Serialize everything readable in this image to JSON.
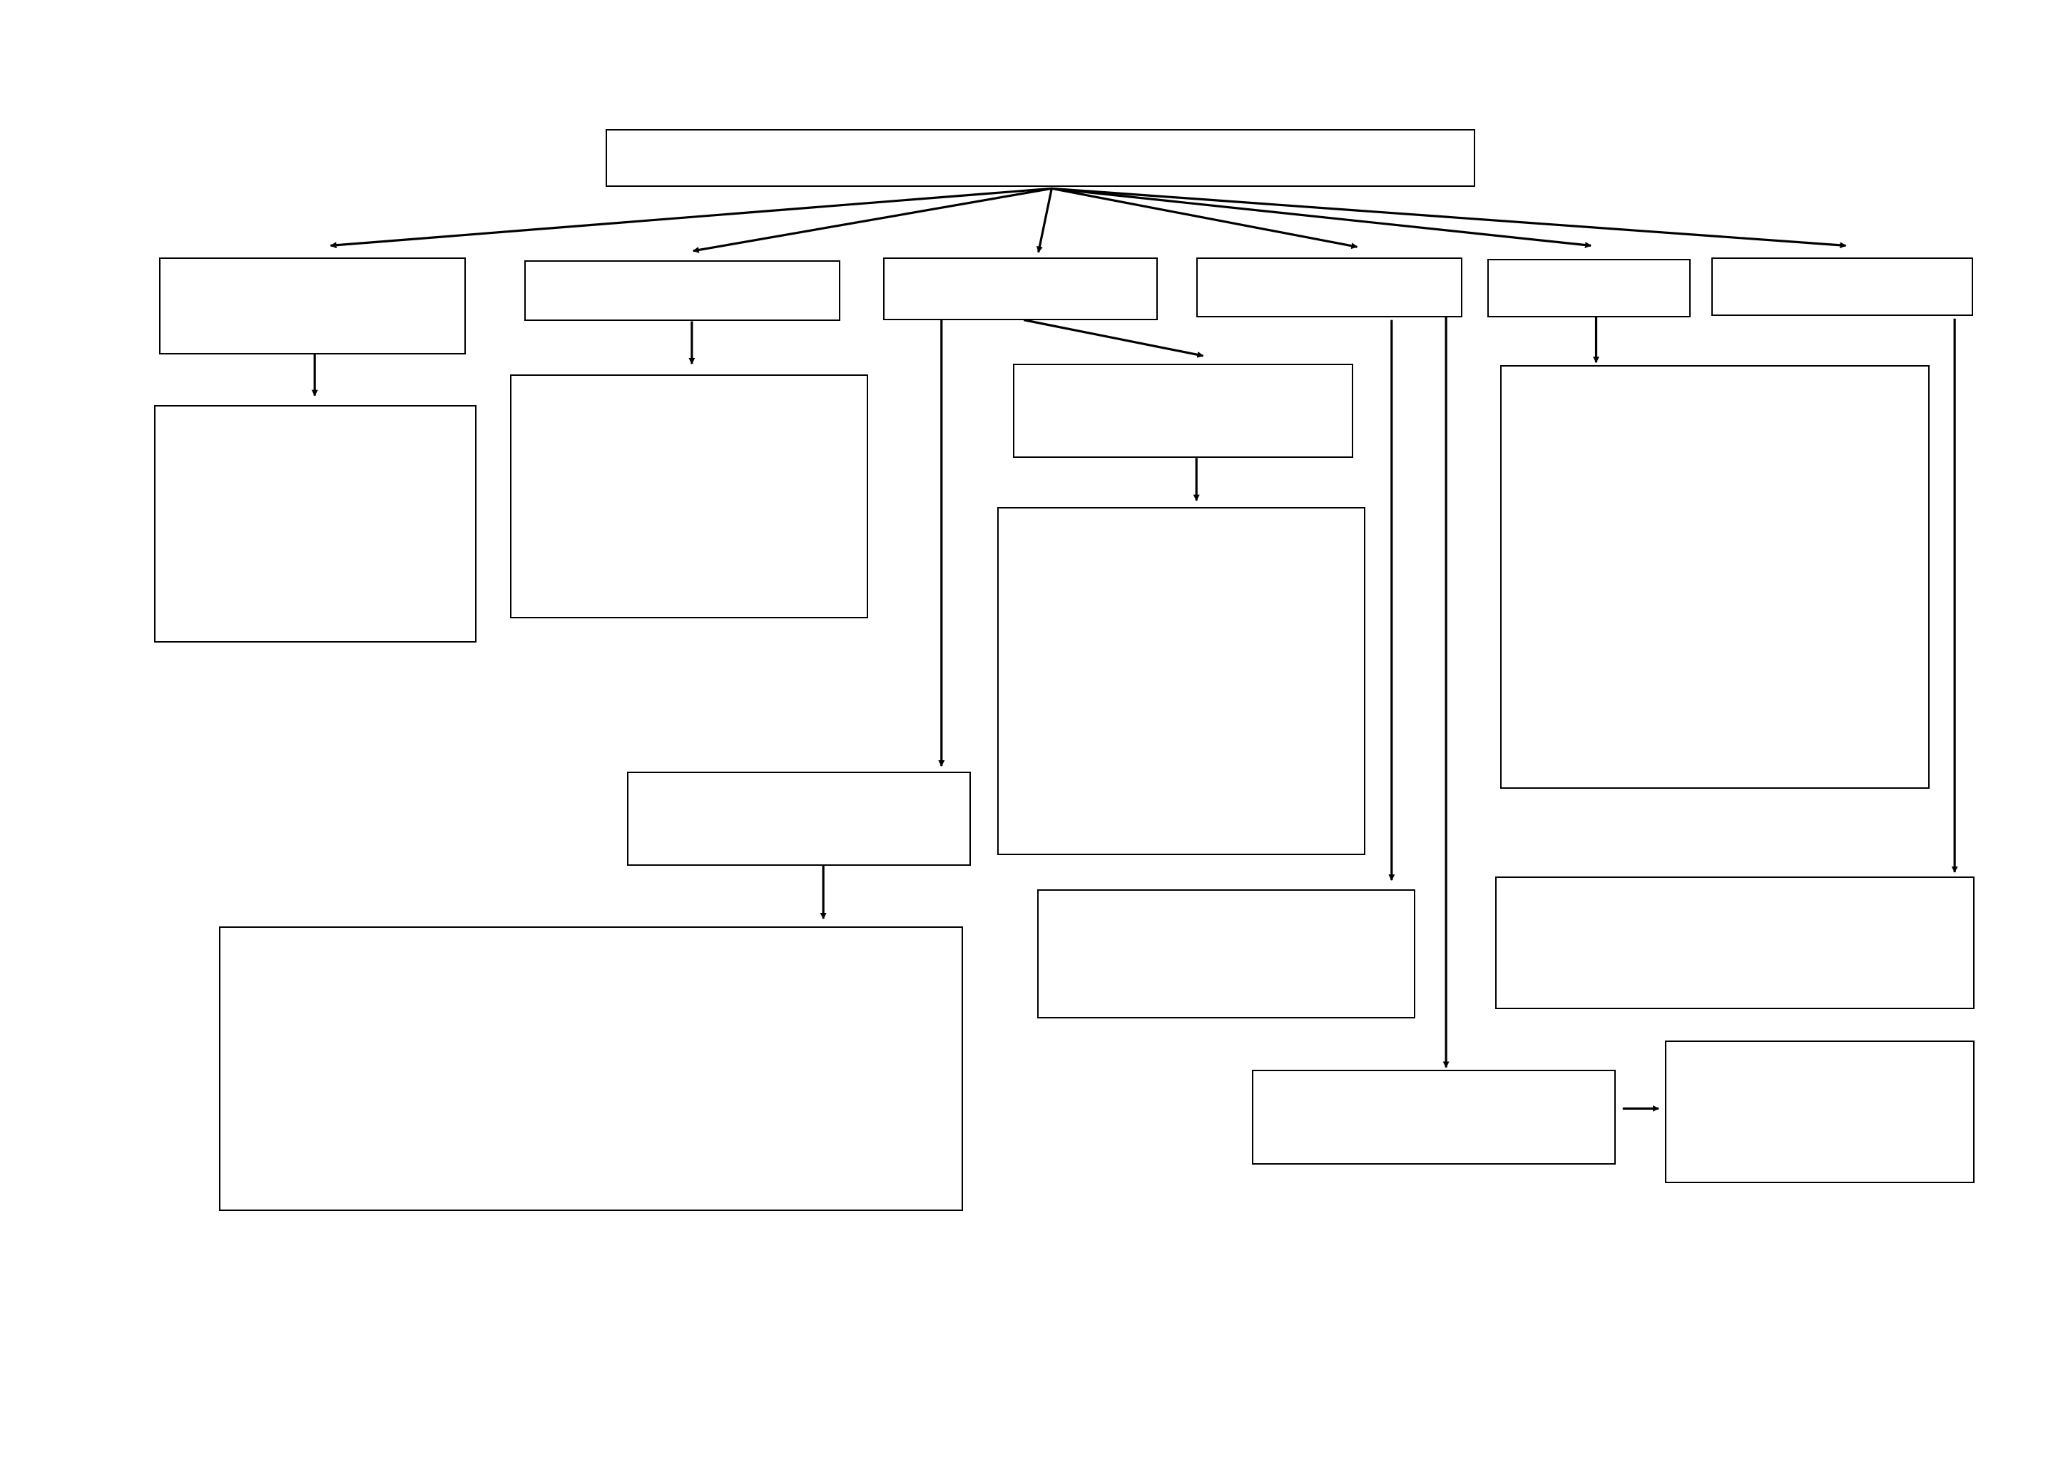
{
  "diagram": {
    "kind": "flowchart-template",
    "line_color": "#000000",
    "box_fill": "#ffffff",
    "nodes": [
      {
        "id": "root",
        "label": ""
      },
      {
        "id": "l1-1",
        "label": ""
      },
      {
        "id": "l1-2",
        "label": ""
      },
      {
        "id": "l1-3",
        "label": ""
      },
      {
        "id": "l1-4",
        "label": ""
      },
      {
        "id": "l1-5",
        "label": ""
      },
      {
        "id": "l1-6",
        "label": ""
      },
      {
        "id": "c1-1",
        "label": ""
      },
      {
        "id": "c2-1",
        "label": ""
      },
      {
        "id": "c3-right",
        "label": ""
      },
      {
        "id": "c3-right-detail",
        "label": ""
      },
      {
        "id": "c3-down",
        "label": ""
      },
      {
        "id": "c3-down-detail",
        "label": ""
      },
      {
        "id": "c4-mid",
        "label": ""
      },
      {
        "id": "c4-low",
        "label": ""
      },
      {
        "id": "c4-low-side",
        "label": ""
      },
      {
        "id": "c5-1",
        "label": ""
      },
      {
        "id": "c6-1",
        "label": ""
      }
    ],
    "edges": [
      {
        "from": "root",
        "to": "l1-1"
      },
      {
        "from": "root",
        "to": "l1-2"
      },
      {
        "from": "root",
        "to": "l1-3"
      },
      {
        "from": "root",
        "to": "l1-4"
      },
      {
        "from": "root",
        "to": "l1-5"
      },
      {
        "from": "root",
        "to": "l1-6"
      },
      {
        "from": "l1-1",
        "to": "c1-1"
      },
      {
        "from": "l1-2",
        "to": "c2-1"
      },
      {
        "from": "l1-3",
        "to": "c3-right"
      },
      {
        "from": "c3-right",
        "to": "c3-right-detail"
      },
      {
        "from": "l1-3",
        "to": "c3-down"
      },
      {
        "from": "c3-down",
        "to": "c3-down-detail"
      },
      {
        "from": "l1-4",
        "to": "c4-mid"
      },
      {
        "from": "l1-4",
        "to": "c4-low"
      },
      {
        "from": "c4-low",
        "to": "c4-low-side"
      },
      {
        "from": "l1-5",
        "to": "c5-1"
      },
      {
        "from": "l1-6",
        "to": "c6-1"
      }
    ]
  }
}
